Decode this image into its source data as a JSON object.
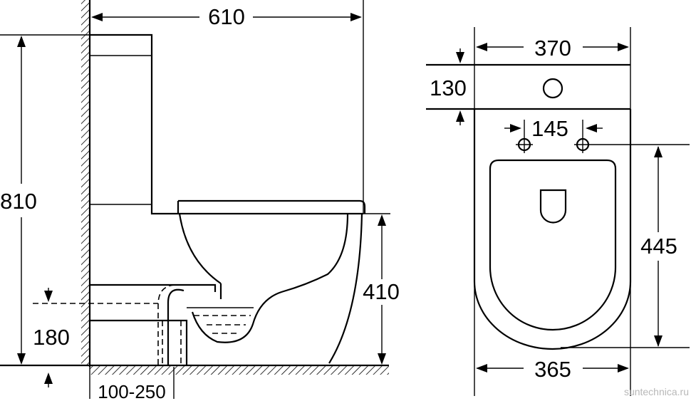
{
  "side_view": {
    "dims": {
      "total_depth": "610",
      "total_height": "810",
      "seat_height": "410",
      "outlet_height": "180",
      "outlet_distance": "100-250"
    }
  },
  "top_view": {
    "dims": {
      "tank_width": "370",
      "tank_depth": "130",
      "fixing_spacing": "145",
      "bowl_depth": "445",
      "bowl_width": "365"
    }
  },
  "watermark": "suntechnica.ru"
}
